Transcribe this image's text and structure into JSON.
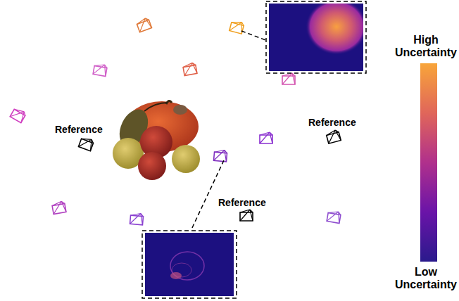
{
  "diagram": {
    "labels": [
      "Reference",
      "Reference",
      "Reference",
      "High Uncertainty",
      "Low Uncertainty"
    ]
  }
}
